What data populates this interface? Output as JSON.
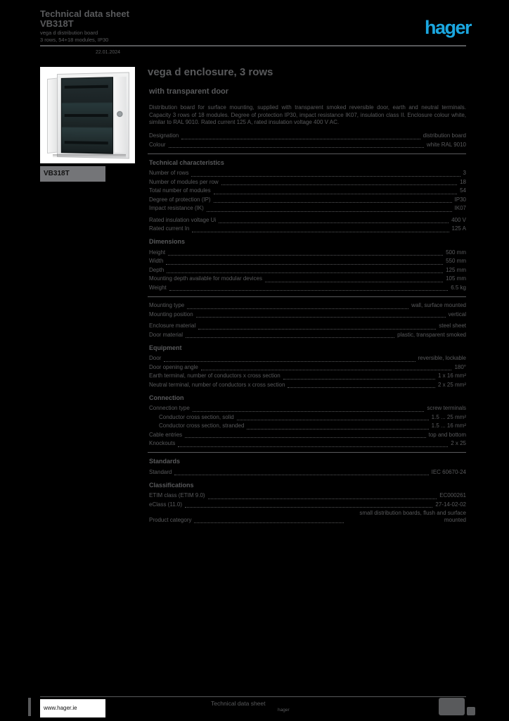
{
  "colors": {
    "background": "#000000",
    "ink": "#595a5c",
    "accent_blue": "#1ba7e0",
    "image_bg": "#ffffff"
  },
  "header": {
    "doc_title": "Technical data sheet",
    "reference": "VB318T",
    "sub1": "vega d distribution board",
    "sub2": "3 rows, 54+18 modules, IP30",
    "note": "22.01.2024",
    "logo_text": "hager"
  },
  "product_image": {
    "caption": "VB318T",
    "description": "wall mounted enclosure with transparent smoked door, 3 rows"
  },
  "main": {
    "title": "vega d enclosure, 3 rows",
    "subtitle": "with transparent door",
    "blocks": [
      {
        "t": "para",
        "text": "Distribution board for surface mounting, supplied with transparent smoked reversible door, earth and neutral terminals. Capacity 3 rows of 18 modules. Degree of protection IP30, impact resistance IK07, insulation class II. Enclosure colour white, similar to RAL 9010. Rated current 125 A, rated insulation voltage 400 V AC."
      },
      {
        "t": "rows",
        "rows": [
          {
            "l": "Designation",
            "v": "distribution board"
          },
          {
            "l": "Colour",
            "v": "white RAL 9010"
          }
        ]
      },
      {
        "t": "div"
      },
      {
        "t": "head",
        "text": "Technical characteristics"
      },
      {
        "t": "rows",
        "rows": [
          {
            "l": "Number of rows",
            "v": "3"
          },
          {
            "l": "Number of modules per row",
            "v": "18"
          },
          {
            "l": "Total number of modules",
            "v": "54"
          },
          {
            "l": "Degree of protection (IP)",
            "v": "IP30"
          },
          {
            "l": "Impact resistance (IK)",
            "v": "IK07"
          }
        ]
      },
      {
        "t": "rows",
        "rows": [
          {
            "l": "Rated insulation voltage Ui",
            "v": "400 V"
          },
          {
            "l": "Rated current In",
            "v": "125 A"
          }
        ]
      },
      {
        "t": "head",
        "text": "Dimensions"
      },
      {
        "t": "rows",
        "rows": [
          {
            "l": "Height",
            "v": "500 mm"
          },
          {
            "l": "Width",
            "v": "550 mm"
          },
          {
            "l": "Depth",
            "v": "125 mm"
          },
          {
            "l": "Mounting depth available for modular devices",
            "v": "105 mm"
          },
          {
            "l": "Weight",
            "v": "6.5 kg"
          }
        ]
      },
      {
        "t": "div"
      },
      {
        "t": "rows",
        "rows": [
          {
            "l": "Mounting type",
            "v": "wall, surface mounted"
          },
          {
            "l": "Mounting position",
            "v": "vertical"
          }
        ]
      },
      {
        "t": "rows",
        "rows": [
          {
            "l": "Enclosure material",
            "v": "steel sheet"
          },
          {
            "l": "Door material",
            "v": "plastic, transparent smoked"
          }
        ]
      },
      {
        "t": "head",
        "text": "Equipment"
      },
      {
        "t": "rows",
        "rows": [
          {
            "l": "Door",
            "v": "reversible, lockable"
          },
          {
            "l": "Door opening angle",
            "v": "180°"
          },
          {
            "l": "Earth terminal, number of conductors x cross section",
            "v": "1 x 16 mm²"
          },
          {
            "l": "Neutral terminal, number of conductors x cross section",
            "v": "2 x 25 mm²"
          }
        ]
      },
      {
        "t": "head",
        "text": "Connection"
      },
      {
        "t": "rows",
        "rows": [
          {
            "l": "Connection type",
            "v": "screw terminals"
          },
          {
            "l": "Conductor cross section, solid",
            "v": "1.5 ... 25 mm²",
            "ind": 1
          },
          {
            "l": "Conductor cross section, stranded",
            "v": "1.5 ... 16 mm²",
            "ind": 1
          },
          {
            "l": "Cable entries",
            "v": "top and bottom"
          },
          {
            "l": "Knockouts",
            "v": "2 x 25"
          }
        ]
      },
      {
        "t": "div"
      },
      {
        "t": "head",
        "text": "Standards"
      },
      {
        "t": "rows",
        "rows": [
          {
            "l": "Standard",
            "v": "IEC 60670-24"
          }
        ]
      },
      {
        "t": "head",
        "text": "Classifications"
      },
      {
        "t": "rows",
        "rows": [
          {
            "l": "ETIM class (ETIM 9.0)",
            "v": "EC000261"
          },
          {
            "l": "eClass (11.0)",
            "v": "27-14-02-02"
          },
          {
            "l": "Product category",
            "v": "small distribution boards, flush and surface mounted"
          }
        ]
      }
    ]
  },
  "footer": {
    "site": "www.hager.ie",
    "center": "Technical data sheet",
    "center_sub": "hager",
    "page_badge": ""
  }
}
